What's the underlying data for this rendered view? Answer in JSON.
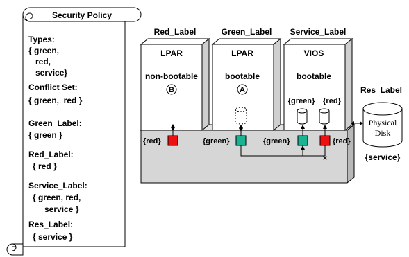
{
  "colors": {
    "red": "#ee1111",
    "green": "#19b394",
    "platform": "#d6d6d6",
    "platform_side": "#b8b8b8",
    "box": "#ffffff",
    "box_side": "#cfcfcf",
    "stroke": "#000000"
  },
  "policy": {
    "title": "Security Policy",
    "lines": [
      "Types:",
      "{ green,",
      "red,",
      "service}",
      "Conflict Set:",
      "{ green,  red }",
      "Green_Label:",
      "{ green }",
      "Red_Label:",
      "{ red }",
      "Service_Label:",
      "{ green, red,",
      "service }",
      "Res_Label:",
      "{ service }"
    ]
  },
  "partitions": [
    {
      "label": "Red_Label",
      "name": "LPAR",
      "boot": "non-bootable",
      "marker": "B",
      "port_label": "{red}",
      "port_color": "red"
    },
    {
      "label": "Green_Label",
      "name": "LPAR",
      "boot": "bootable",
      "marker": "A",
      "port_label": "{green}",
      "port_color": "green",
      "virtual_disk_icon": "dashed-disk-icon"
    },
    {
      "label": "Service_Label",
      "name": "VIOS",
      "boot": "bootable",
      "disk_labels": [
        "{green}",
        "{red}"
      ],
      "port_labels": [
        "{green}",
        "{red}"
      ],
      "disk_icon": "cylinder-disk-icon"
    }
  ],
  "resource": {
    "label": "Res_Label",
    "name_line1": "Physical",
    "name_line2": "Disk",
    "type": "{service}",
    "icon": "cylinder-disk-icon"
  }
}
